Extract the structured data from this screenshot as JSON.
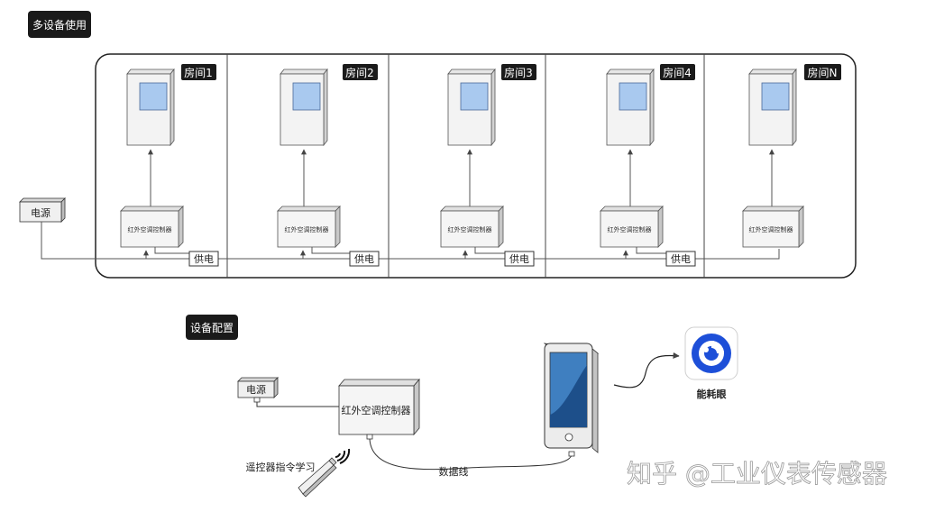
{
  "multi_device": {
    "tag": "多设备使用",
    "rooms": [
      {
        "label": "房间1"
      },
      {
        "label": "房间2"
      },
      {
        "label": "房间3"
      },
      {
        "label": "房间4"
      },
      {
        "label": "房间N"
      }
    ],
    "controller_label": "红外空调控制器",
    "power_supply_label": "供电",
    "power_source_label": "电源"
  },
  "config": {
    "tag": "设备配置",
    "power_source_label": "电源",
    "controller_label": "红外空调控制器",
    "remote_learning_label": "遥控器指令学习",
    "data_cable_label": "数据线",
    "app_name": "能耗眼"
  },
  "watermark": "知乎 @工业仪表传感器",
  "colors": {
    "tag_bg": "#1a1a1a",
    "ac_screen": "#a9c9ef",
    "app_blue": "#1d4fd8",
    "phone_screen": "#3f7fc0"
  }
}
